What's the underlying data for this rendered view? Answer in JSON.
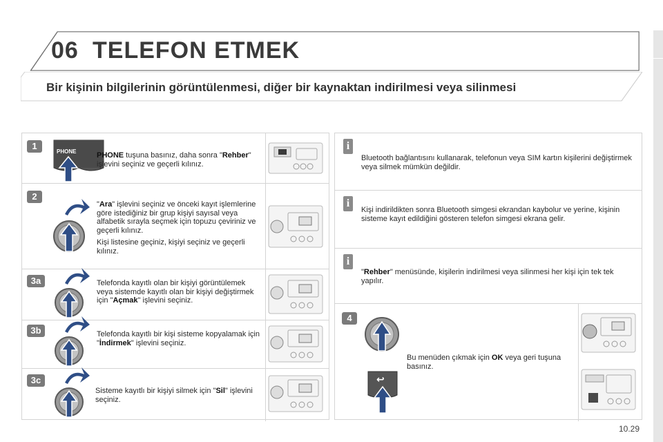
{
  "header": {
    "chapter_number": "06",
    "chapter_title": "TELEFON ETMEK",
    "section_title": "Bir kişinin bilgilerinin görüntülenmesi, diğer bir kaynaktan indirilmesi veya silinmesi"
  },
  "steps": [
    {
      "badge": "1",
      "button_label": "PHONE",
      "pre": "",
      "bold1": "PHONE",
      "mid1": " tuşuna basınız, daha sonra \"",
      "bold2": "Rehber",
      "post": "\" işlevini seçiniz ve geçerli kılınız.",
      "extra": ""
    },
    {
      "badge": "2",
      "pre": "\"",
      "bold1": "Ara",
      "mid1": "\" işlevini seçiniz ve önceki kayıt işlemlerine göre istediğiniz bir grup kişiyi sayısal veya alfabetik sırayla seçmek için topuzu çeviriniz ve geçerli kılınız.",
      "bold2": "",
      "post": "",
      "extra": "Kişi listesine geçiniz, kişiyi seçiniz ve geçerli kılınız."
    },
    {
      "badge": "3a",
      "pre": "Telefonda kayıtlı olan bir kişiyi görüntülemek veya sistemde kayıtlı olan bir kişiyi değiştirmek için \"",
      "bold1": "Açmak",
      "mid1": "\" işlevini seçiniz.",
      "bold2": "",
      "post": "",
      "extra": ""
    },
    {
      "badge": "3b",
      "pre": "Telefonda kayıtlı bir kişi sisteme kopyalamak için \"",
      "bold1": "İndirmek",
      "mid1": "\" işlevini seçiniz.",
      "bold2": "",
      "post": "",
      "extra": ""
    },
    {
      "badge": "3c",
      "pre": "Sisteme kayıtlı bir kişiyi silmek için \"",
      "bold1": "Sil",
      "mid1": "\" işlevini seçiniz.",
      "bold2": "",
      "post": "",
      "extra": ""
    }
  ],
  "notes": [
    {
      "pre": "Bluetooth bağlantısını kullanarak, telefonun veya SIM kartın kişilerini değiştirmek veya silmek mümkün değildir.",
      "bold": "",
      "post": ""
    },
    {
      "pre": "Kişi indirildikten sonra Bluetooth simgesi ekrandan kaybolur ve yerine, kişinin sisteme kayıt edildiğini gösteren telefon simgesi ekrana gelir.",
      "bold": "",
      "post": ""
    },
    {
      "pre": "\"",
      "bold": "Rehber",
      "post": "\" menüsünde, kişilerin indirilmesi veya silinmesi her kişi için tek tek yapılır."
    }
  ],
  "step4": {
    "badge": "4",
    "pre": "Bu menüden çıkmak için ",
    "bold": "OK",
    "post": " veya geri tuşuna basınız.",
    "back_symbol": "↩"
  },
  "page_number": "10.29",
  "colors": {
    "accent_gray": "#7a7a7a",
    "border": "#d4d4d4",
    "arrow_blue": "#2f4e86"
  }
}
